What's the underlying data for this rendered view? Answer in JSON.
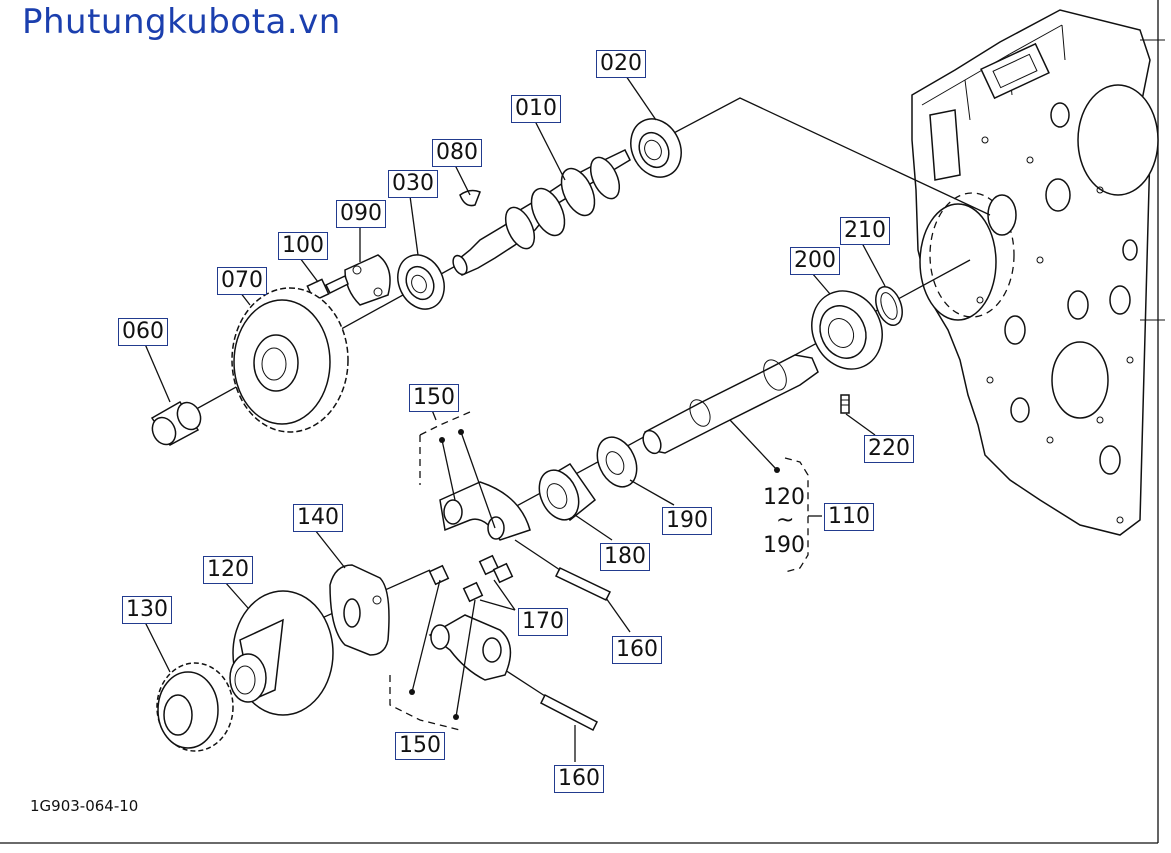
{
  "watermark": "Phutungkubota.vn",
  "drawing_code": "1G903-064-10",
  "range_label": {
    "from": "120",
    "tilde": "~",
    "to": "190"
  },
  "callouts": [
    {
      "id": "020",
      "text": "020"
    },
    {
      "id": "010",
      "text": "010"
    },
    {
      "id": "080",
      "text": "080"
    },
    {
      "id": "030",
      "text": "030"
    },
    {
      "id": "090",
      "text": "090"
    },
    {
      "id": "100",
      "text": "100"
    },
    {
      "id": "070",
      "text": "070"
    },
    {
      "id": "060",
      "text": "060"
    },
    {
      "id": "210",
      "text": "210"
    },
    {
      "id": "200",
      "text": "200"
    },
    {
      "id": "220",
      "text": "220"
    },
    {
      "id": "150a",
      "text": "150"
    },
    {
      "id": "110",
      "text": "110"
    },
    {
      "id": "190",
      "text": "190"
    },
    {
      "id": "180",
      "text": "180"
    },
    {
      "id": "140",
      "text": "140"
    },
    {
      "id": "120",
      "text": "120"
    },
    {
      "id": "130",
      "text": "130"
    },
    {
      "id": "170",
      "text": "170"
    },
    {
      "id": "160a",
      "text": "160"
    },
    {
      "id": "150b",
      "text": "150"
    },
    {
      "id": "160b",
      "text": "160"
    }
  ]
}
